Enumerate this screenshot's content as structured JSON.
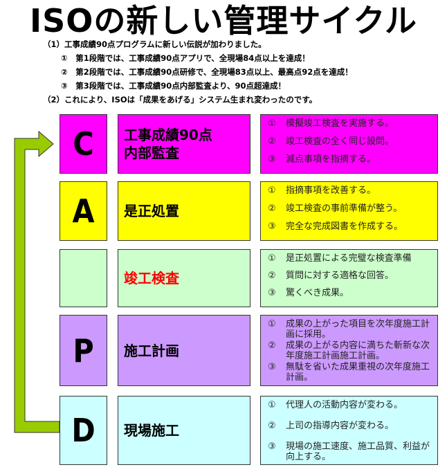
{
  "title": "ISOの新しい管理サイクル",
  "intro": [
    "（1）工事成績90点プログラムに新しい伝説が加わりました。",
    "①　第1段階では、工事成績90点アプリで、全現場84点以上を達成！",
    "②　第2段階では、工事成績90点研修で、全現場83点以上、最高点92点を達成！",
    "③　第3段階では、工事成績90点内部監査より、90点超達成！",
    "（2）これにより、ISOは「成果をあげる」システム生まれ変わったのです。"
  ],
  "stages": [
    {
      "letter": "C",
      "name": "工事成績90点\n内部監査",
      "name_color": "#000000",
      "colors": {
        "letter_bg": "#ff00ff",
        "name_bg": "#ff00ff",
        "items_bg": "#ff00ff"
      },
      "items": [
        {
          "num": "①",
          "text": "模擬竣工検査を実施する。"
        },
        {
          "num": "②",
          "text": "竣工検査の全く同じ設問。"
        },
        {
          "num": "③",
          "text": "減点事項を指摘する。"
        }
      ]
    },
    {
      "letter": "A",
      "name": "是正処置",
      "name_color": "#000000",
      "colors": {
        "letter_bg": "#ffff00",
        "name_bg": "#ffff00",
        "items_bg": "#ffff00"
      },
      "items": [
        {
          "num": "①",
          "text": "指摘事項を改善する。"
        },
        {
          "num": "②",
          "text": "竣工検査の事前準備が整う。"
        },
        {
          "num": "③",
          "text": "完全な完成図書を作成する。"
        }
      ]
    },
    {
      "letter": "",
      "name": "竣工検査",
      "name_color": "#ff0000",
      "colors": {
        "letter_bg": "#ccffcc",
        "name_bg": "#ccffcc",
        "items_bg": "#ccffcc"
      },
      "items": [
        {
          "num": "①",
          "text": "是正処置による完璧な検査準備"
        },
        {
          "num": "②",
          "text": "質問に対する適格な回答。"
        },
        {
          "num": "③",
          "text": "驚くべき成果。"
        }
      ]
    },
    {
      "letter": "P",
      "name": "施工計画",
      "name_color": "#000000",
      "colors": {
        "letter_bg": "#cc99ff",
        "name_bg": "#cc99ff",
        "items_bg": "#cc99ff"
      },
      "items": [
        {
          "num": "①",
          "text": "成果の上がった項目を次年度施工計画に採用。"
        },
        {
          "num": "②",
          "text": "成果の上がる内容に満ちた斬新な次年度施工計画施工計画。"
        },
        {
          "num": "③",
          "text": "無駄を省いた成果重視の次年度施工計画。"
        }
      ]
    },
    {
      "letter": "D",
      "name": "現場施工",
      "name_color": "#000000",
      "colors": {
        "letter_bg": "#ccffff",
        "name_bg": "#ccffff",
        "items_bg": "#ccffff"
      },
      "items": [
        {
          "num": "①",
          "text": "代理人の活動内容が変わる。"
        },
        {
          "num": "②",
          "text": "上司の指導内容が変わる。"
        },
        {
          "num": "③",
          "text": "現場の施工速度、施工品質、利益が向上する。"
        }
      ]
    }
  ],
  "arrow_color": "#99cc00"
}
